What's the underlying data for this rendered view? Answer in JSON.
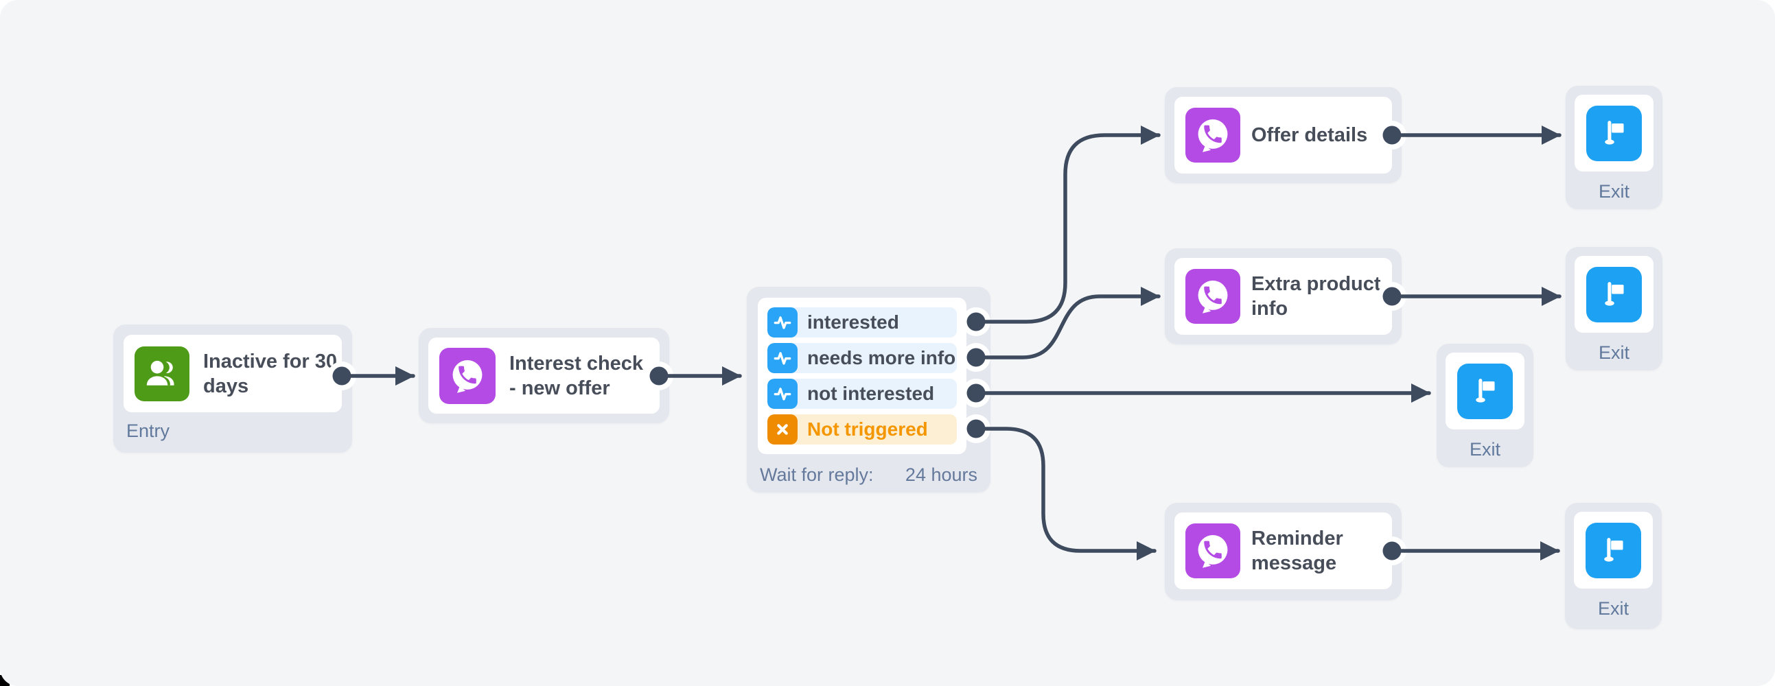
{
  "flow": {
    "entry": {
      "title_lines": [
        "Inactive for 30",
        "days"
      ],
      "title": "Inactive for 30 days",
      "label": "Entry",
      "icon": "people-icon"
    },
    "interest_check": {
      "title_lines": [
        "Interest check",
        "- new offer"
      ],
      "title": "Interest check - new offer",
      "icon": "whatsapp-icon"
    },
    "wait_for_reply": {
      "outcomes": [
        {
          "label": "interested",
          "icon": "pulse-icon"
        },
        {
          "label": "needs more info",
          "icon": "pulse-icon"
        },
        {
          "label": "not interested",
          "icon": "pulse-icon"
        },
        {
          "label": "Not triggered",
          "icon": "x-icon"
        }
      ],
      "footer_label": "Wait for reply:",
      "footer_value": "24 hours"
    },
    "offer_details": {
      "title_lines": [
        "Offer details"
      ],
      "title": "Offer details",
      "icon": "whatsapp-icon"
    },
    "extra_product_info": {
      "title_lines": [
        "Extra product",
        "info"
      ],
      "title": "Extra product info",
      "icon": "whatsapp-icon"
    },
    "reminder_message": {
      "title_lines": [
        "Reminder",
        "message"
      ],
      "title": "Reminder message",
      "icon": "whatsapp-icon"
    },
    "exits": [
      {
        "label": "Exit",
        "icon": "flag-icon"
      },
      {
        "label": "Exit",
        "icon": "flag-icon"
      },
      {
        "label": "Exit",
        "icon": "flag-icon"
      },
      {
        "label": "Exit",
        "icon": "flag-icon"
      }
    ]
  },
  "colors": {
    "canvas_bg": "#f4f5f7",
    "node_bg": "#e4e7ee",
    "card_bg": "#ffffff",
    "connector": "#3e4a5d",
    "entry_green": "#4e9b17",
    "whatsapp_purple": "#b44be4",
    "exit_blue": "#1da1f3",
    "reply_row_bg": "#e9f3fd",
    "reply_icon_bg": "#2aa4f6",
    "not_triggered_row_bg": "#fdefd3",
    "not_triggered_icon_bg": "#ef8b00",
    "not_triggered_text": "#f49600",
    "label_text": "#61799c",
    "title_text": "#474e5a"
  }
}
